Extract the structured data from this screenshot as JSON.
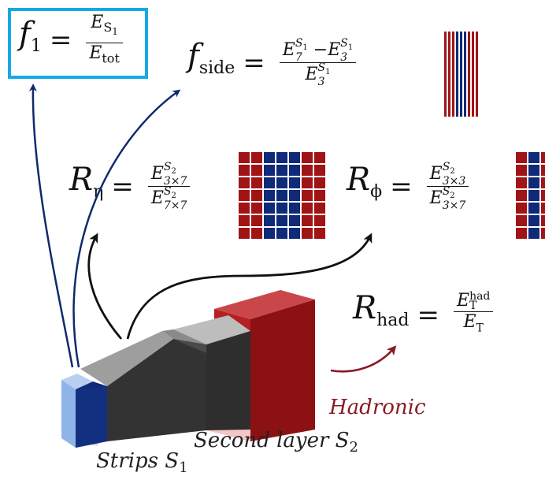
{
  "equations": {
    "f1": {
      "lhs": "f",
      "lhs_sub": "1",
      "rel": "=",
      "num": "E",
      "num_sub": "S",
      "num_subsub": "1",
      "den": "E",
      "den_sub": "tot"
    },
    "fside": {
      "lhs": "f",
      "lhs_sub": "side",
      "rel": "=",
      "num_a": "E",
      "num_a_sub": "7",
      "num_a_sup": "S",
      "num_a_supsub": "1",
      "num_minus": "−",
      "num_b": "E",
      "num_b_sub": "3",
      "num_b_sup": "S",
      "num_b_supsub": "1",
      "den": "E",
      "den_sub": "3",
      "den_sup": "S",
      "den_supsub": "1"
    },
    "reta": {
      "lhs": "R",
      "lhs_sub": "η",
      "rel": "=",
      "num": "E",
      "num_sub": "3×7",
      "num_sup": "S",
      "num_supsub": "2",
      "den": "E",
      "den_sub": "7×7",
      "den_sup": "S",
      "den_supsub": "2"
    },
    "rphi": {
      "lhs": "R",
      "lhs_sub": "ϕ",
      "rel": "=",
      "num": "E",
      "num_sub": "3×3",
      "num_sup": "S",
      "num_supsub": "2",
      "den": "E",
      "den_sub": "3×7",
      "den_sup": "S",
      "den_supsub": "2"
    },
    "rhad": {
      "lhs": "R",
      "lhs_sub": "had",
      "rel": "=",
      "num": "E",
      "num_sub": "T",
      "num_sup": "had",
      "den": "E",
      "den_sub": "T"
    }
  },
  "labels": {
    "hadronic": "Hadronic",
    "second_layer": "Second layer S",
    "second_layer_sub": "2",
    "strips": "Strips S",
    "strips_sub": "1"
  },
  "colors": {
    "red": "#a01416",
    "blue": "#0f2a78",
    "light_blue": "#8fb4e8",
    "highlight_box": "#16a9e6",
    "gray_light": "#9e9e9e",
    "gray_dark": "#303030",
    "arrow_navy": "#102a6e",
    "hadronic_text": "#8a1a22"
  }
}
